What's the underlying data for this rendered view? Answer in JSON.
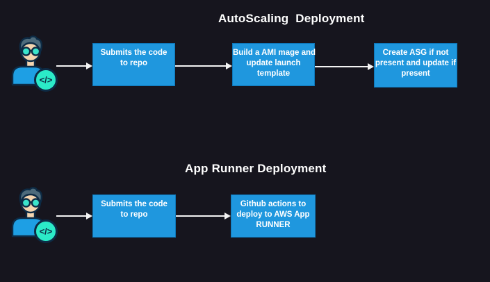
{
  "colors": {
    "background": "#16151E",
    "node_fill": "#1F97DE",
    "node_border": "#0E76B8",
    "node_text": "#FFFFFF",
    "title_text": "#FFFFFF",
    "arrow": "#F3F3F3",
    "avatar_outline": "#0D2B45",
    "avatar_skin": "#F4D5B0",
    "avatar_hair": "#4D6B7C",
    "avatar_shirt": "#1E9FE4",
    "avatar_glasses": "#3BE4CB",
    "avatar_badge": "#2BEBC8"
  },
  "diagram": {
    "badge_glyph": "</>",
    "sections": [
      {
        "title": "AutoScaling  Deployment",
        "actor": "developer",
        "steps": [
          "Submits the code\nto repo",
          "Build a AMI mage and\nupdate launch\ntemplate",
          "Create ASG if not\npresent and update if\npresent"
        ]
      },
      {
        "title": "App Runner Deployment",
        "actor": "developer",
        "steps": [
          "Submits the code\nto repo",
          "Github actions to\ndeploy to AWS App\nRUNNER"
        ]
      }
    ]
  }
}
